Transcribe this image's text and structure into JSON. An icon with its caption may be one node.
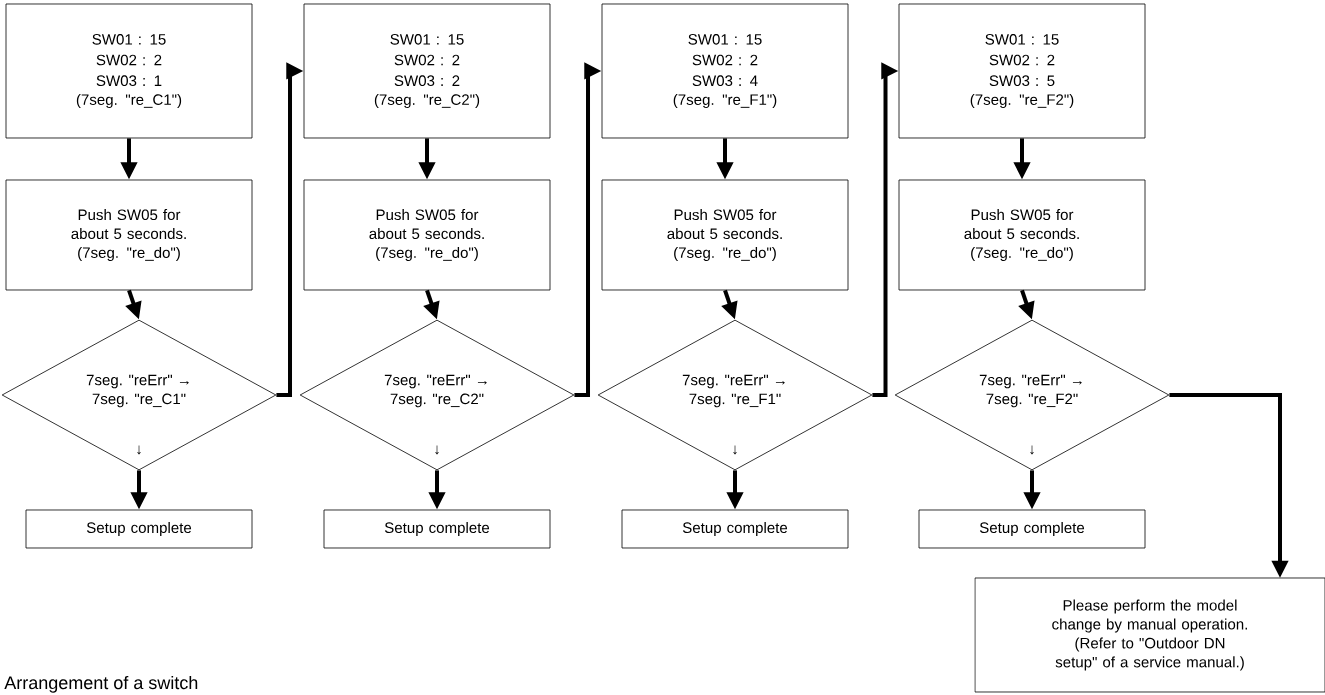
{
  "diagram": {
    "nodes": [
      {
        "text": [
          "SW01 : 15",
          "SW02 : 2",
          "SW03 : 1",
          "(7seg. \"re_C1\")"
        ]
      },
      {
        "text": [
          "Push SW05 for about 5 seconds.",
          "(7seg. \"re_do\")"
        ]
      },
      {
        "text": [
          "7seg. \"reErr\" →",
          "7seg. \"re_C1\"",
          "↓"
        ]
      },
      {
        "text": [
          "Setup complete"
        ]
      },
      {
        "text": [
          "SW01 : 15",
          "SW02 : 2",
          "SW03 : 2",
          "(7seg. \"re_C2\")"
        ]
      },
      {
        "text": [
          "Push SW05 for about 5 seconds.",
          "(7seg. \"re_do\")"
        ]
      },
      {
        "text": [
          "7seg. \"reErr\" →",
          "7seg. \"re_C2\"",
          "↓"
        ]
      },
      {
        "text": [
          "Setup complete"
        ]
      },
      {
        "text": [
          "SW01 : 15",
          "SW02 : 2",
          "SW03 : 4",
          "(7seg. \"re_F1\")"
        ]
      },
      {
        "text": [
          "Push SW05 for about 5 seconds.",
          "(7seg. \"re_do\")"
        ]
      },
      {
        "text": [
          "7seg. \"reErr\" →",
          "7seg. \"re_F1\"",
          "↓"
        ]
      },
      {
        "text": [
          "Setup complete"
        ]
      },
      {
        "text": [
          "SW01 : 15",
          "SW02 : 2",
          "SW03 : 5",
          "(7seg. \"re_F2\")"
        ]
      },
      {
        "text": [
          "Push SW05 for about 5 seconds.",
          "(7seg. \"re_do\")"
        ]
      },
      {
        "text": [
          "7seg. \"reErr\" →",
          "7seg. \"re_F2\"",
          "↓"
        ]
      },
      {
        "text": [
          "Setup complete"
        ]
      },
      {
        "text": [
          "Please perform the model change by manual operation.",
          "(Refer to \"Outdoor DN setup\" of a service manual.)"
        ]
      }
    ],
    "edges": [
      {
        "from": 0,
        "to": 1,
        "arrow": "to"
      },
      {
        "from": 1,
        "to": 2,
        "arrow": "to"
      },
      {
        "from": 2,
        "to": 3,
        "arrow": "to"
      },
      {
        "from": 2,
        "to": 4,
        "arrow": "to"
      },
      {
        "from": 4,
        "to": 5,
        "arrow": "to"
      },
      {
        "from": 5,
        "to": 6,
        "arrow": "to"
      },
      {
        "from": 6,
        "to": 7,
        "arrow": "to"
      },
      {
        "from": 6,
        "to": 8,
        "arrow": "to"
      },
      {
        "from": 8,
        "to": 9,
        "arrow": "to"
      },
      {
        "from": 9,
        "to": 10,
        "arrow": "to"
      },
      {
        "from": 10,
        "to": 11,
        "arrow": "to"
      },
      {
        "from": 10,
        "to": 12,
        "arrow": "to"
      },
      {
        "from": 12,
        "to": 13,
        "arrow": "to"
      },
      {
        "from": 13,
        "to": 14,
        "arrow": "to"
      },
      {
        "from": 14,
        "to": 15,
        "arrow": "to"
      },
      {
        "from": 14,
        "to": 16,
        "arrow": "to"
      }
    ],
    "labels": [
      "Arrangement of a switch"
    ]
  }
}
